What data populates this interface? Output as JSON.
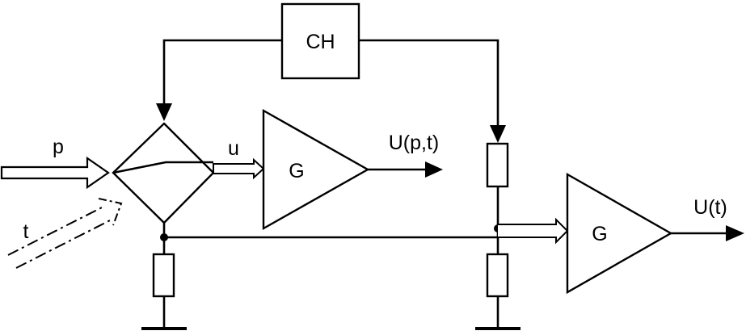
{
  "blocks": {
    "controller": "CH",
    "amp1": "G",
    "amp2": "G"
  },
  "signals": {
    "input_p": "p",
    "input_t": "t",
    "intermediate_u": "u",
    "output1": "U(p,t)",
    "output2": "U(t)"
  }
}
